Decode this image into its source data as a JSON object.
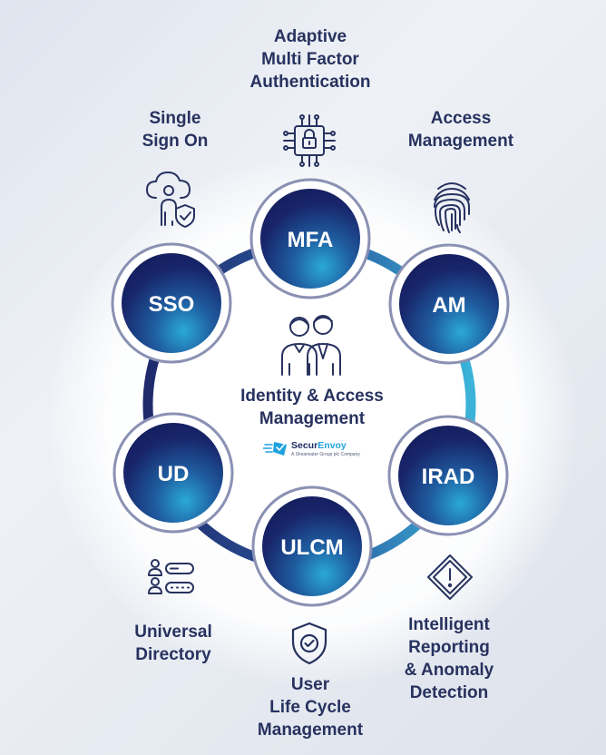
{
  "nodes": {
    "mfa": "MFA",
    "am": "AM",
    "irad": "IRAD",
    "ulcm": "ULCM",
    "ud": "UD",
    "sso": "SSO"
  },
  "captions": {
    "mfa": "Adaptive\nMulti Factor\nAuthentication",
    "am": "Access\nManagement",
    "irad": "Intelligent\nReporting\n& Anomaly\nDetection",
    "ulcm": "User\nLife Cycle\nManagement",
    "ud": "Universal\nDirectory",
    "sso": "Single\nSign On"
  },
  "center": {
    "title": "Identity & Access\nManagement",
    "brand_part1": "Secur",
    "brand_part2": "Envoy",
    "brand_tagline": "A Shearwater Group plc Company"
  },
  "icons": {
    "mfa": "circuit-lock-icon",
    "am": "fingerprint-icon",
    "irad": "warning-diamond-icon",
    "ulcm": "shield-check-icon",
    "ud": "user-directory-icon",
    "sso": "cloud-user-shield-icon",
    "center": "two-users-icon"
  },
  "colors": {
    "navy": "#27325f",
    "ring_dark": "#1f2a6b",
    "ring_light": "#3bb3d8",
    "node_dark": "#141e5c",
    "node_light": "#2aa9d6",
    "node_border": "#8a91b3"
  }
}
